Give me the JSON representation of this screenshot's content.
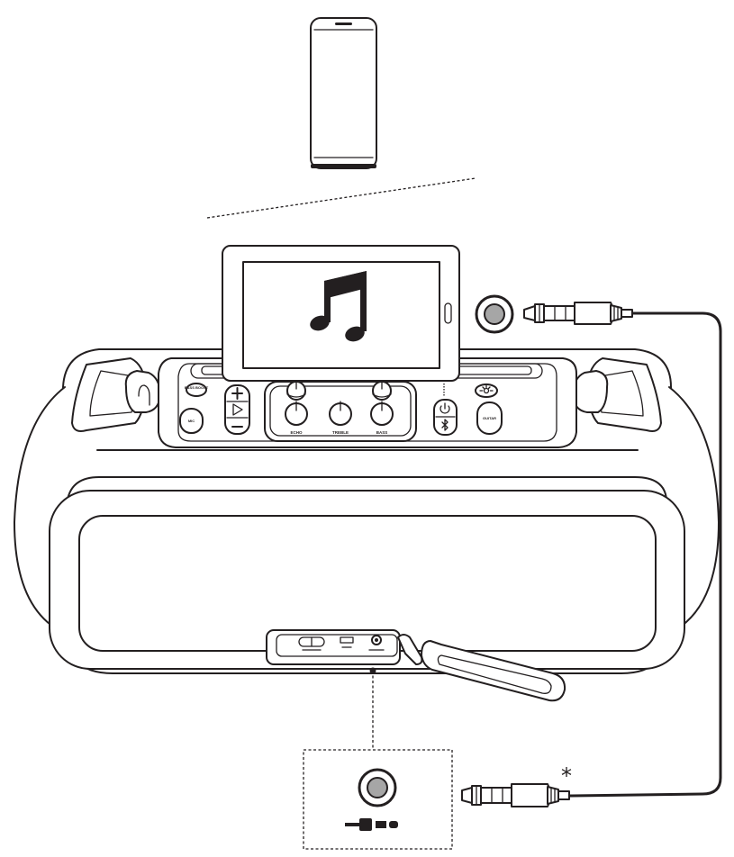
{
  "labels": {
    "bass_boost": "BASS BOOST",
    "mic": "MIC",
    "echo": "ECHO",
    "treble": "TREBLE",
    "bass": "BASS",
    "guitar": "GUITAR",
    "footnote_marker": "*"
  },
  "icons": {
    "phone": "smartphone-icon",
    "music": "music-note-icon",
    "aux_port": "aux-in-port-icon",
    "aux_plug": "aux-plug-icon",
    "power": "power-icon",
    "bluetooth": "bluetooth-icon",
    "light": "light-show-icon",
    "volume_up": "plus-icon",
    "play": "play-icon",
    "volume_down": "minus-icon",
    "mic_jack": "microphone-jack-icon"
  },
  "colors": {
    "line": "#231f20",
    "port_fill": "#a6a6a6",
    "background": "#ffffff"
  }
}
